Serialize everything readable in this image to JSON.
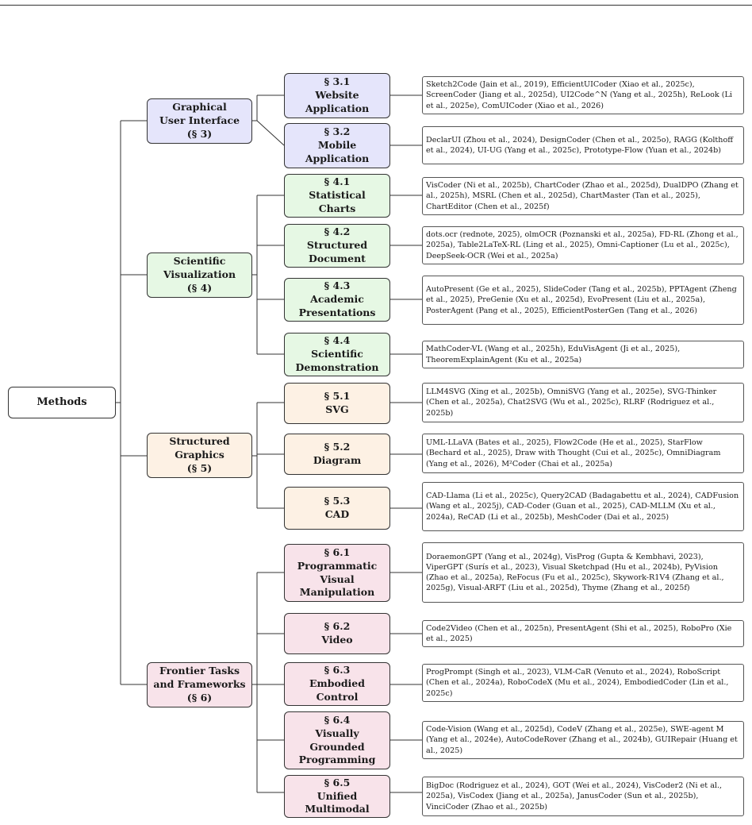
{
  "root": "Methods",
  "categories": [
    {
      "label": "Graphical\nUser Interface\n(§ 3)",
      "color": "gui",
      "subs": [
        {
          "label": "§ 3.1\nWebsite\nApplication",
          "refs": "Sketch2Code (Jain et al., 2019), EfficientUICoder (Xiao et al., 2025c), ScreenCoder (Jiang et al., 2025d), UI2Code^N (Yang et al., 2025h), ReLook (Li et al., 2025e), ComUICoder (Xiao et al., 2026)"
        },
        {
          "label": "§ 3.2\nMobile\nApplication",
          "refs": "DeclarUI (Zhou et al., 2024), DesignCoder (Chen et al., 2025o), RAGG (Kolthoff et al., 2024), UI-UG (Yang et al., 2025c), Prototype-Flow (Yuan et al., 2024b)"
        }
      ]
    },
    {
      "label": "Scientific\nVisualization\n(§ 4)",
      "color": "sci",
      "subs": [
        {
          "label": "§ 4.1\nStatistical\nCharts",
          "refs": "VisCoder (Ni et al., 2025b), ChartCoder (Zhao et al., 2025d), DualDPO (Zhang et al., 2025h), MSRL (Chen et al., 2025d), ChartMaster (Tan et al., 2025), ChartEditor (Chen et al., 2025f)"
        },
        {
          "label": "§ 4.2\nStructured\nDocument",
          "refs": "dots.ocr (rednote, 2025), olmOCR (Poznanski et al., 2025a), FD-RL (Zhong et al., 2025a), Table2LaTeX-RL (Ling et al., 2025), Omni-Captioner (Lu et al., 2025c), DeepSeek-OCR (Wei et al., 2025a)"
        },
        {
          "label": "§ 4.3\nAcademic\nPresentations",
          "refs": "AutoPresent (Ge et al., 2025), SlideCoder (Tang et al., 2025b), PPTAgent (Zheng et al., 2025), PreGenie (Xu et al., 2025d), EvoPresent (Liu et al., 2025a), PosterAgent (Pang et al., 2025), EfficientPosterGen (Tang et al., 2026)"
        },
        {
          "label": "§ 4.4\nScientific\nDemonstration",
          "refs": "MathCoder-VL (Wang et al., 2025h), EduVisAgent (Ji et al., 2025), TheoremExplainAgent (Ku et al., 2025a)"
        }
      ]
    },
    {
      "label": "Structured\nGraphics\n(§ 5)",
      "color": "sg",
      "subs": [
        {
          "label": "§ 5.1\nSVG",
          "refs": "LLM4SVG (Xing et al., 2025b), OmniSVG (Yang et al., 2025e), SVG-Thinker (Chen et al., 2025a), Chat2SVG (Wu et al., 2025c), RLRF (Rodriguez et al., 2025b)"
        },
        {
          "label": "§ 5.2\nDiagram",
          "refs": "UML-LLaVA (Bates et al., 2025), Flow2Code (He et al., 2025), StarFlow (Bechard et al., 2025), Draw with Thought (Cui et al., 2025c), OmniDiagram (Yang et al., 2026), M²Coder (Chai et al., 2025a)"
        },
        {
          "label": "§ 5.3\nCAD",
          "refs": "CAD-Llama (Li et al., 2025c), Query2CAD (Badagabettu et al., 2024), CADFusion (Wang et al., 2025j), CAD-Coder (Guan et al., 2025), CAD-MLLM (Xu et al., 2024a), ReCAD (Li et al., 2025b), MeshCoder (Dai et al., 2025)"
        }
      ]
    },
    {
      "label": "Frontier Tasks\nand Frameworks\n(§ 6)",
      "color": "ft",
      "subs": [
        {
          "label": "§ 6.1\nProgrammatic\nVisual\nManipulation",
          "refs": "DoraemonGPT (Yang et al., 2024g), VisProg (Gupta & Kembhavi, 2023), ViperGPT (Surís et al., 2023), Visual Sketchpad (Hu et al., 2024b), PyVision (Zhao et al., 2025a), ReFocus (Fu et al., 2025c), Skywork-R1V4 (Zhang et al., 2025g), Visual-ARFT (Liu et al., 2025d), Thyme (Zhang et al., 2025f)"
        },
        {
          "label": "§ 6.2\nVideo",
          "refs": "Code2Video (Chen et al., 2025n), PresentAgent (Shi et al., 2025), RoboPro (Xie et al., 2025)"
        },
        {
          "label": "§ 6.3\nEmbodied\nControl",
          "refs": "ProgPrompt (Singh et al., 2023), VLM-CaR (Venuto et al., 2024), RoboScript (Chen et al., 2024a), RoboCodeX (Mu et al., 2024), EmbodiedCoder (Lin et al., 2025c)"
        },
        {
          "label": "§ 6.4\nVisually\nGrounded\nProgramming",
          "refs": "Code-Vision (Wang et al., 2025d), CodeV (Zhang et al., 2025e), SWE-agent M (Yang et al., 2024e), AutoCodeRover (Zhang et al., 2024b), GUIRepair (Huang et al., 2025)"
        },
        {
          "label": "§ 6.5\nUnified\nMultimodal",
          "refs": "BigDoc (Rodriguez et al., 2024), GOT (Wei et al., 2024), VisCoder2 (Ni et al., 2025a), VisCodex (Jiang et al., 2025a), JanusCoder (Sun et al., 2025b), VinciCoder (Zhao et al., 2025b)"
        }
      ]
    }
  ]
}
